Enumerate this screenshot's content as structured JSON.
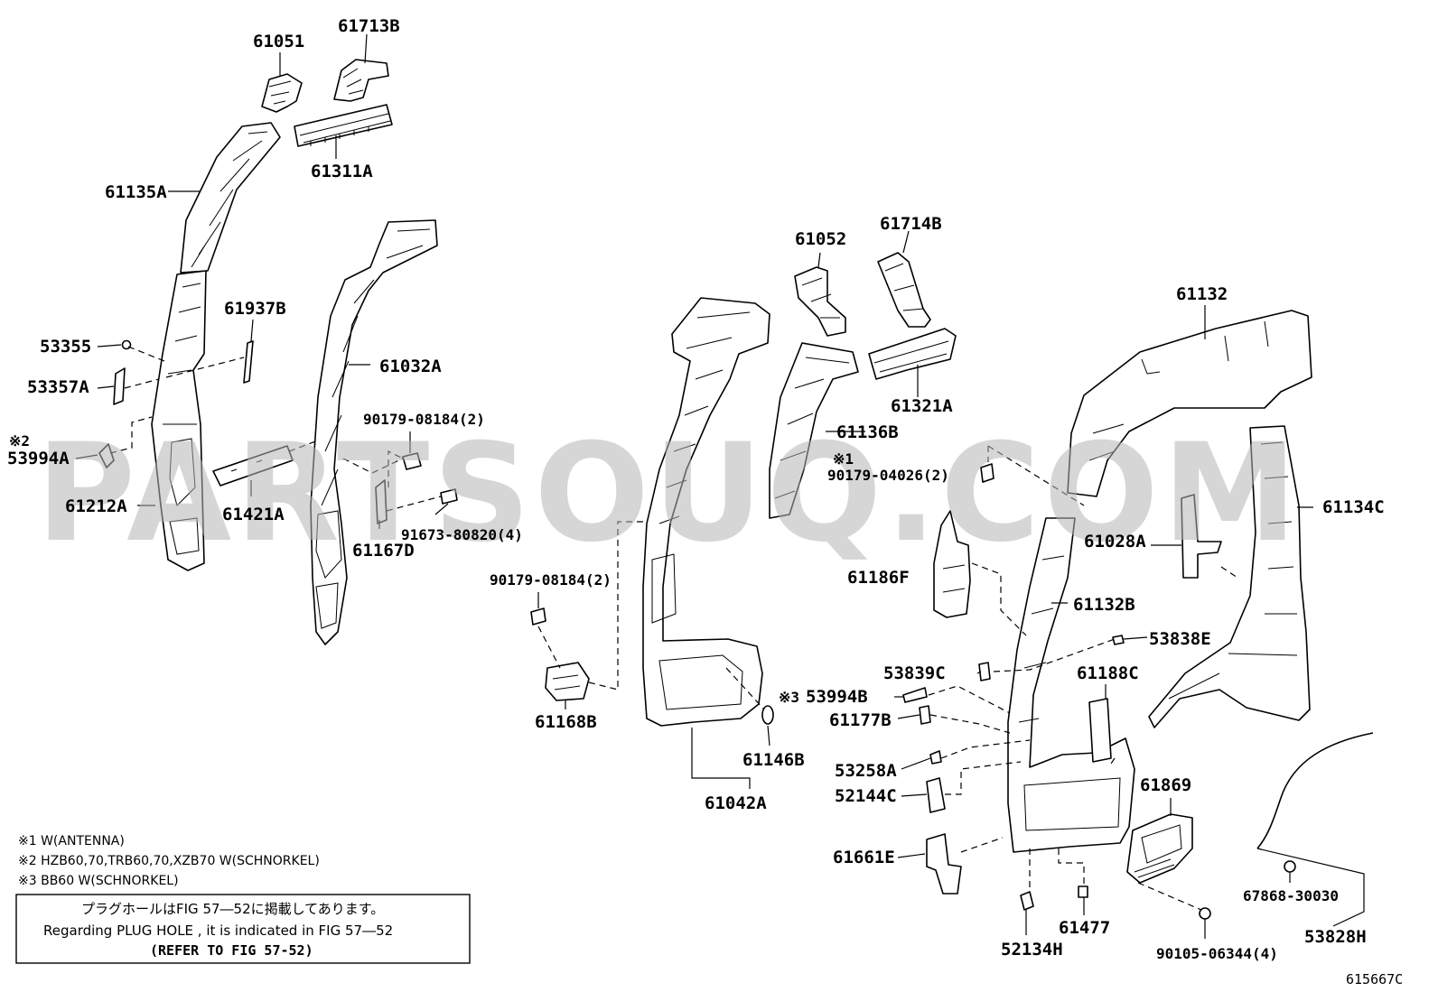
{
  "watermark": "PARTSOUQ.COM",
  "diagram_id": "615667C",
  "labels": {
    "p61051": "61051",
    "p61713B": "61713B",
    "p61311A": "61311A",
    "p61135A": "61135A",
    "p53355": "53355",
    "p53357A": "53357A",
    "p53994A_mark": "※2",
    "p53994A": "53994A",
    "p61212A": "61212A",
    "p61937B": "61937B",
    "p61421A": "61421A",
    "p61032A": "61032A",
    "p90179_08184_a": "90179-08184(2)",
    "p91673_80820": "91673-80820(4)",
    "p61167D": "61167D",
    "p90179_08184_b": "90179-08184(2)",
    "p61168B": "61168B",
    "p61146B": "61146B",
    "p61042A": "61042A",
    "p61052": "61052",
    "p61714B": "61714B",
    "p61136B": "61136B",
    "p61321A": "61321A",
    "p90179_04026_mark": "※1",
    "p90179_04026": "90179-04026(2)",
    "p61186F": "61186F",
    "p61132": "61132",
    "p61028A": "61028A",
    "p61134C": "61134C",
    "p61132B": "61132B",
    "p53838E": "53838E",
    "p53839C": "53839C",
    "p61188C": "61188C",
    "p53994B_mark": "※3",
    "p53994B": "53994B",
    "p61177B": "61177B",
    "p53258A": "53258A",
    "p52144C": "52144C",
    "p61869": "61869",
    "p61661E": "61661E",
    "p52134H": "52134H",
    "p61477": "61477",
    "p90105_06344": "90105-06344(4)",
    "p67868_30030": "67868-30030",
    "p53828H": "53828H"
  },
  "notes": [
    "※1 W(ANTENNA)",
    "※2 HZB60,70,TRB60,70,XZB70 W(SCHNORKEL)",
    "※3 BB60  W(SCHNORKEL)"
  ],
  "reference_box": {
    "line_jp": "プラグホールはFIG 57―52に掲載してあります。",
    "line_en": "Regarding  PLUG  HOLE , it is indicated in FIG  57―52",
    "line_ref": "(REFER TO FIG 57-52)"
  }
}
